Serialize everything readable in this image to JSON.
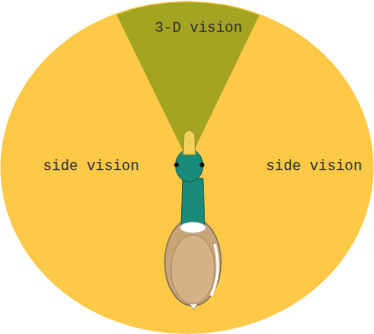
{
  "diagram": {
    "nodes": [
      {
        "text": [
          "side vision",
          "side vision"
        ]
      },
      {
        "text": [
          "3-D vision"
        ],
        "in": 0
      }
    ]
  }
}
